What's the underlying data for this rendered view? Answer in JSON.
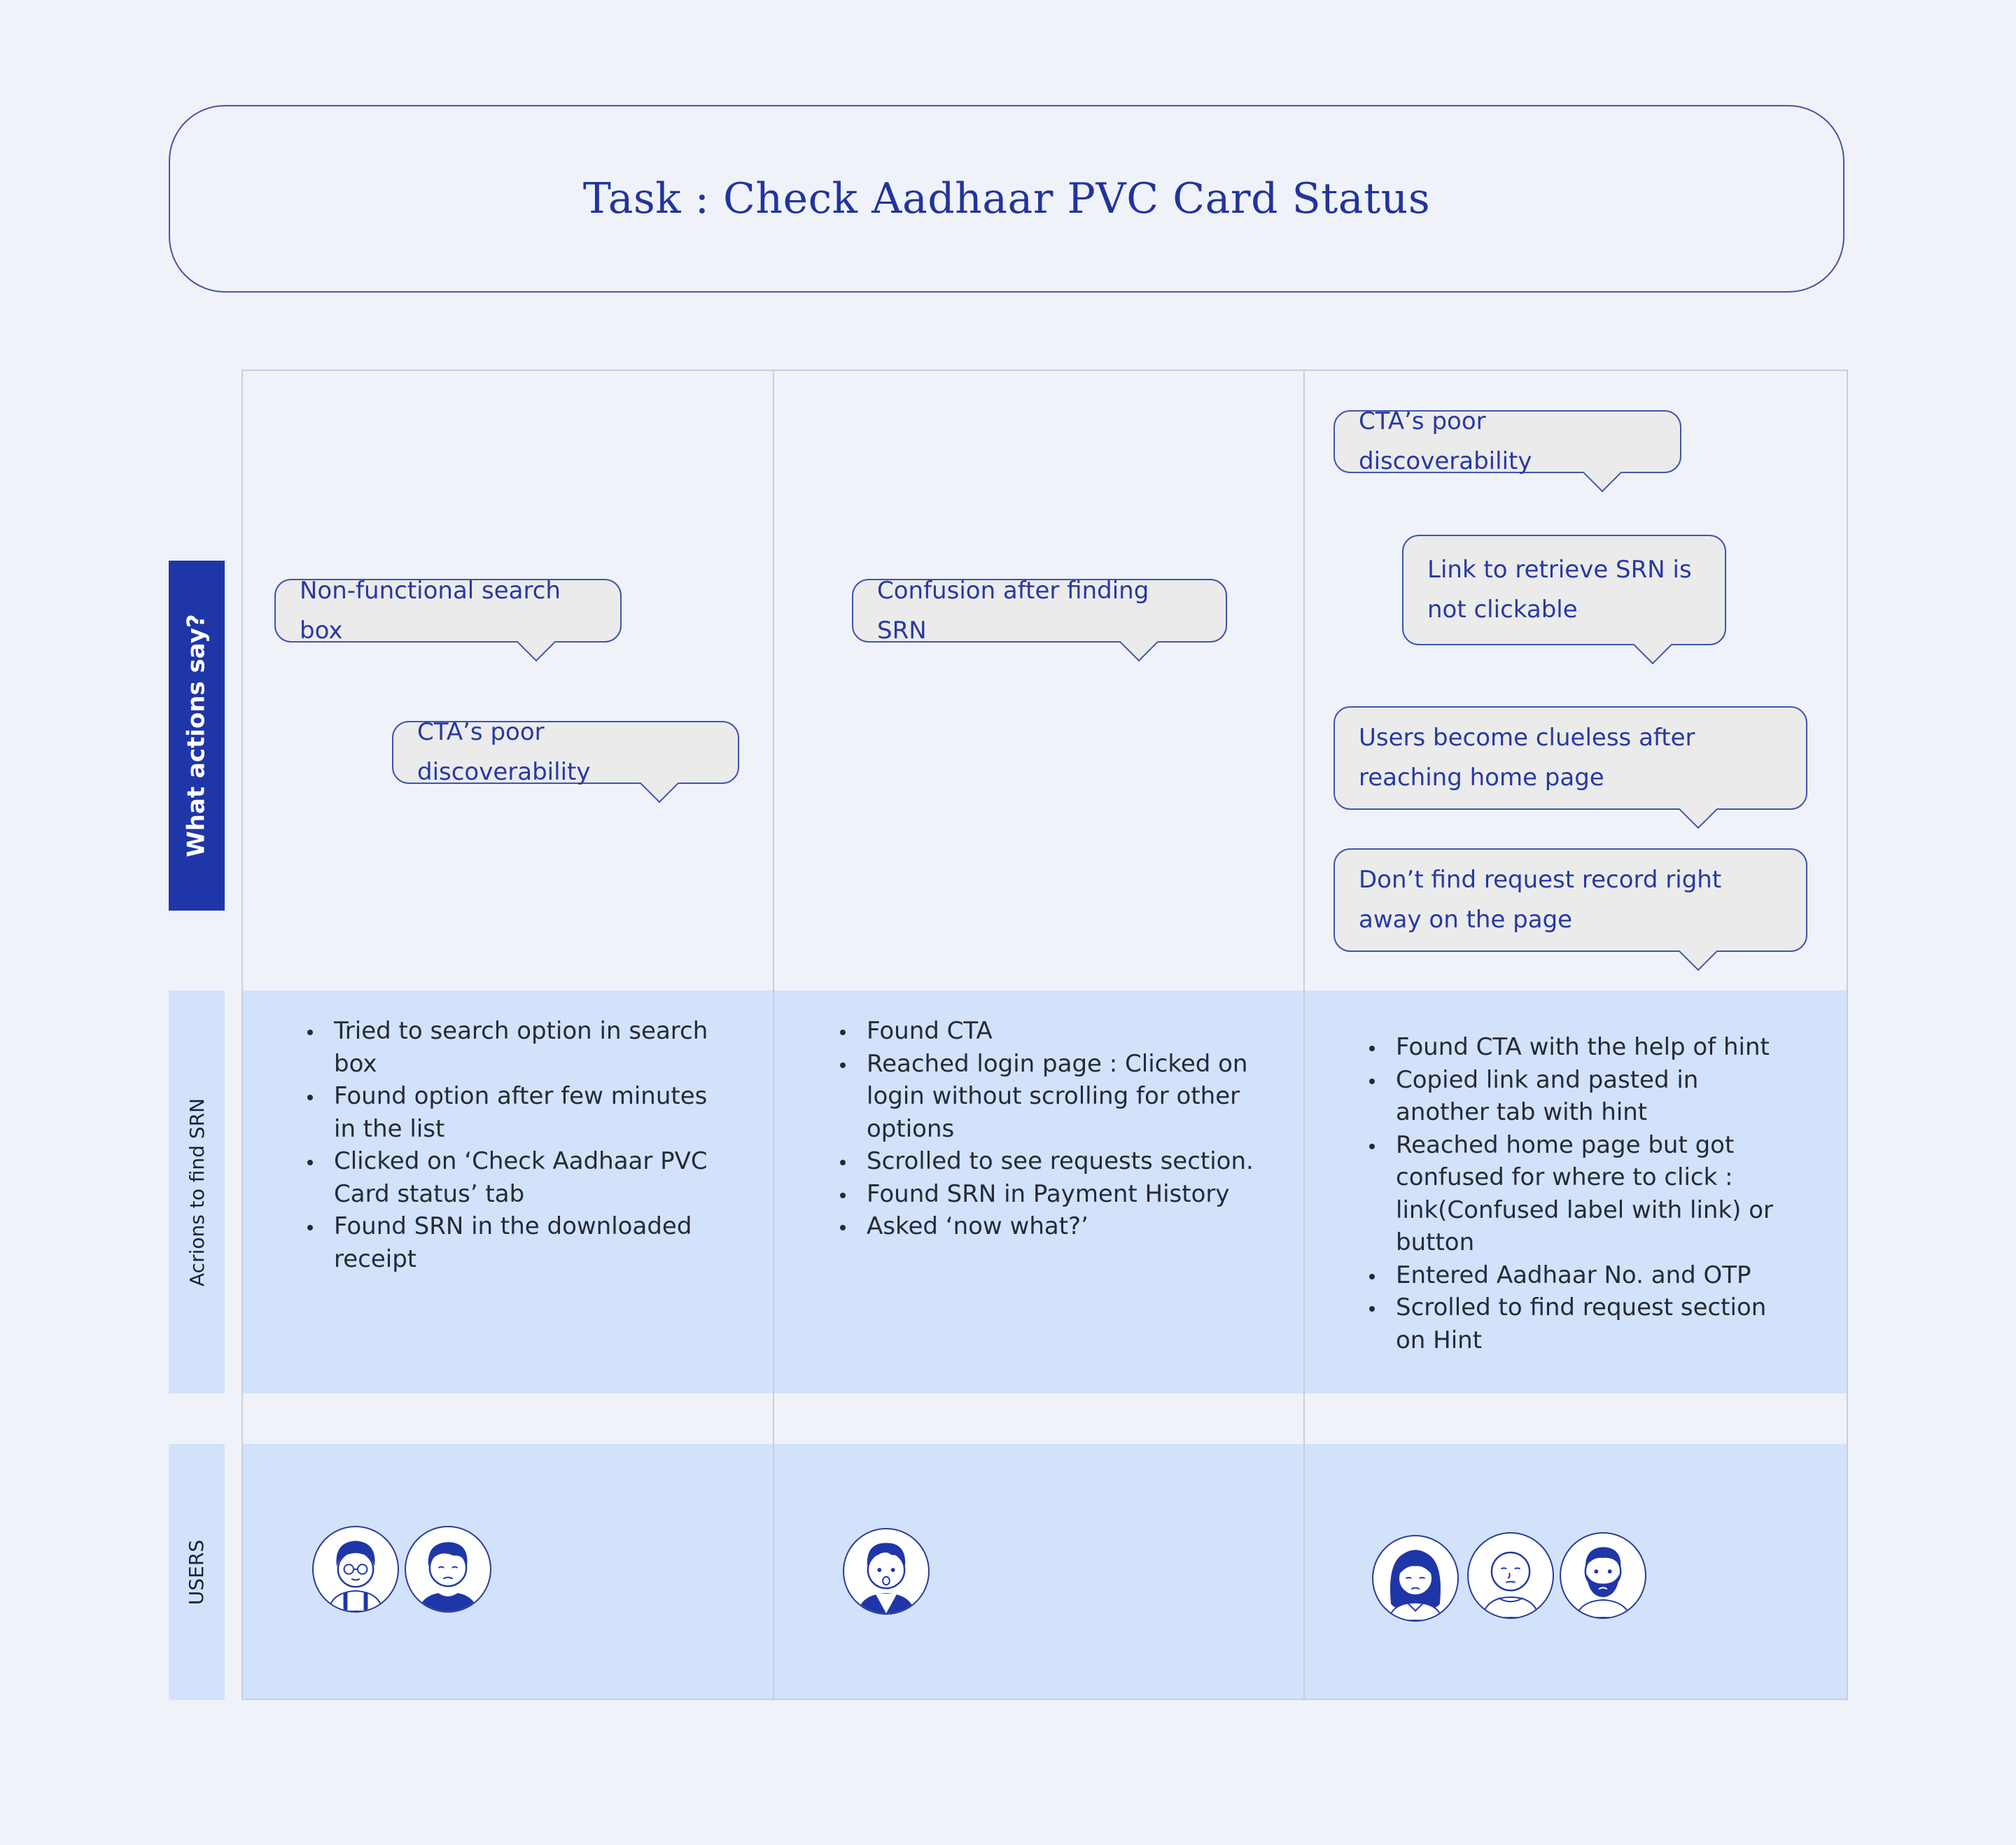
{
  "title": "Task : Check Aadhaar PVC Card Status",
  "row_labels": {
    "actions_say": "What actions say?",
    "find_srn": "Acrions to find SRN",
    "users": "USERS"
  },
  "columns": [
    {
      "bubbles": [
        "Non-functional search box",
        "CTA’s poor discoverability"
      ],
      "steps": [
        "Tried to search option in search box",
        "Found option after few minutes in the list",
        "Clicked on ‘Check Aadhaar PVC Card status’ tab",
        "Found SRN in the downloaded receipt"
      ],
      "users": [
        "user-glasses-suspenders",
        "user-worried-man"
      ]
    },
    {
      "bubbles": [
        "Confusion after finding SRN"
      ],
      "steps": [
        "Found CTA",
        "Reached login page : Clicked on login without scrolling for other options",
        "Scrolled to see requests section.",
        "Found SRN in Payment History",
        "Asked ‘now what?’"
      ],
      "users": [
        "user-surprised-man"
      ]
    },
    {
      "bubbles": [
        "CTA’s poor discoverability",
        "Link to retrieve SRN is not clickable",
        "Users become clueless after reaching home page",
        "Don’t find request record right away on the page"
      ],
      "steps": [
        "Found CTA with the help of hint",
        "Copied link and pasted in another tab with hint",
        "Reached home page but got confused for where to click : link(Confused label with link) or button",
        "Entered Aadhaar No.  and OTP",
        "Scrolled to find request section on Hint"
      ],
      "users": [
        "user-sad-woman",
        "user-bald-elder",
        "user-bearded-man"
      ]
    }
  ],
  "colors": {
    "accent": "#1f36a8",
    "band": "#d2e2fb",
    "bubble_fill": "#ebebeb",
    "text_blue": "#2739a3",
    "background": "#eff3f9"
  }
}
